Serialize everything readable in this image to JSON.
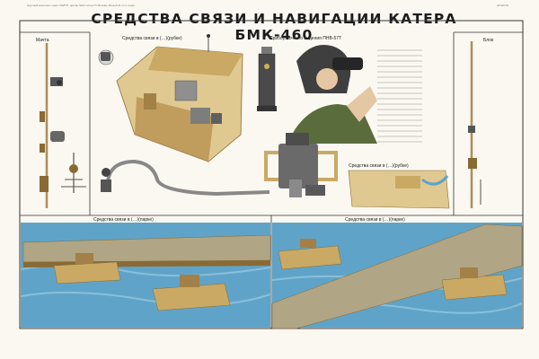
{
  "title": "СРЕДСТВА СВЯЗИ И НАВИГАЦИИ КАТЕРА БМК-460",
  "publisher_line": "Научный комплекс отдел ЛНИТП: доктор №02 литер Пт  Москва, Малый 21 пл.1 отдел",
  "catalog_code": "ЭП-06.09",
  "panels": {
    "left_label": "Мачта",
    "right_label": "Блок",
    "cabin_caption": "Средства связи в (…)(рубке)",
    "device_caption": "Прибор ночного видения ПНВ-57Т",
    "stern_caption": "Средства связи в (…)(рубке)",
    "bridge_left_caption": "Средства связи в (…)(парке)",
    "bridge_right_caption": "Средства связи в (…)(парке)"
  },
  "colors": {
    "tan": "#c9a964",
    "tan_dark": "#8a6a34",
    "tan_light": "#e0c990",
    "water": "#5fa4c8",
    "water_light": "#9ccbe0",
    "deck": "#b0a584",
    "ink": "#222222"
  },
  "icons": [
    "mast-icon",
    "antenna-icon",
    "cabin-cutaway",
    "night-vision-device",
    "soldier-with-goggles",
    "cable-loop",
    "binoculars-device",
    "pontoon-bridge",
    "tugboat-icon"
  ]
}
